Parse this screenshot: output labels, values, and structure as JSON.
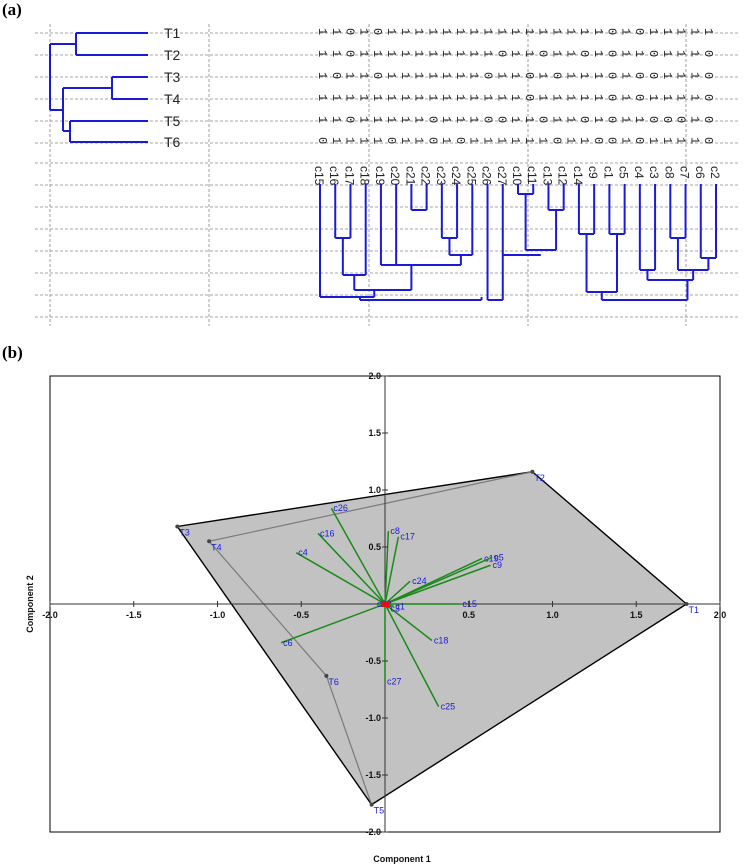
{
  "panels": {
    "a": "(a)",
    "b": "(b)"
  },
  "tree": {
    "leaves": [
      "T1",
      "T2",
      "T3",
      "T4",
      "T5",
      "T6"
    ],
    "rows": [
      "11010111111111111111101011111",
      "11011111111110110110101101110",
      "10110111111101101011101001110",
      "11111111111111101111101011110",
      "11011111011100110110101100010",
      "01111011010111111011001011110"
    ],
    "characters": [
      "c15",
      "c16",
      "c17",
      "c18",
      "c19",
      "c20",
      "c21",
      "c22",
      "c23",
      "c24",
      "c25",
      "c26",
      "c27",
      "c10",
      "c11",
      "c13",
      "c12",
      "c14",
      "c9",
      "c1",
      "c5",
      "c4",
      "c3",
      "c8",
      "c7",
      "c6",
      "c2"
    ]
  },
  "colors": {
    "tree": "#1a1ad8",
    "vector": "#1a8a1a",
    "hull_fill": "#c2c2c2",
    "label": "#1a1ad8",
    "origin": "#e01010"
  },
  "chart_data": {
    "type": "scatter",
    "title": "",
    "xlabel": "Component 1",
    "ylabel": "Component 2",
    "xlim": [
      -2.0,
      2.0
    ],
    "ylim": [
      -2.0,
      2.0
    ],
    "xticks": [
      "-2.0",
      "-1.5",
      "-1.0",
      "-0.5",
      "0.5",
      "1.0",
      "1.5",
      "2.0"
    ],
    "yticks": [
      "2.0",
      "1.5",
      "1.0",
      "0.5",
      "-0.5",
      "-1.0",
      "-1.5",
      "-2.0"
    ],
    "tick_values_x": [
      -2.0,
      -1.5,
      -1.0,
      -0.5,
      0.5,
      1.0,
      1.5,
      2.0
    ],
    "tick_values_y": [
      2.0,
      1.5,
      1.0,
      0.5,
      -0.5,
      -1.0,
      -1.5,
      -2.0
    ],
    "points": [
      {
        "name": "T1",
        "x": 1.8,
        "y": 0.0
      },
      {
        "name": "T2",
        "x": 0.88,
        "y": 1.16
      },
      {
        "name": "T3",
        "x": -1.24,
        "y": 0.68
      },
      {
        "name": "T4",
        "x": -1.05,
        "y": 0.55
      },
      {
        "name": "T5",
        "x": -0.08,
        "y": -1.76
      },
      {
        "name": "T6",
        "x": -0.35,
        "y": -0.63
      }
    ],
    "hull": [
      "T2",
      "T1",
      "T5",
      "T3"
    ],
    "path": [
      "T2",
      "T4",
      "T6",
      "T5"
    ],
    "vectors": [
      {
        "name": "c26",
        "x": -0.32,
        "y": 0.84
      },
      {
        "name": "c16",
        "x": -0.4,
        "y": 0.62
      },
      {
        "name": "c4",
        "x": -0.53,
        "y": 0.45
      },
      {
        "name": "c8",
        "x": 0.02,
        "y": 0.64
      },
      {
        "name": "c17",
        "x": 0.08,
        "y": 0.59
      },
      {
        "name": "c19",
        "x": 0.58,
        "y": 0.4
      },
      {
        "name": "c5",
        "x": 0.64,
        "y": 0.41
      },
      {
        "name": "c9",
        "x": 0.63,
        "y": 0.34
      },
      {
        "name": "c24",
        "x": 0.15,
        "y": 0.2
      },
      {
        "name": "c15",
        "x": 0.45,
        "y": 0.0
      },
      {
        "name": "c18",
        "x": 0.28,
        "y": -0.32
      },
      {
        "name": "c25",
        "x": 0.32,
        "y": -0.9
      },
      {
        "name": "c27",
        "x": 0.0,
        "y": -0.68
      },
      {
        "name": "c6",
        "x": -0.62,
        "y": -0.34
      },
      {
        "name": "c22",
        "x": -0.06,
        "y": 0.0
      },
      {
        "name": "c3",
        "x": 0.02,
        "y": -0.04
      },
      {
        "name": "c1",
        "x": 0.05,
        "y": -0.02
      }
    ]
  }
}
